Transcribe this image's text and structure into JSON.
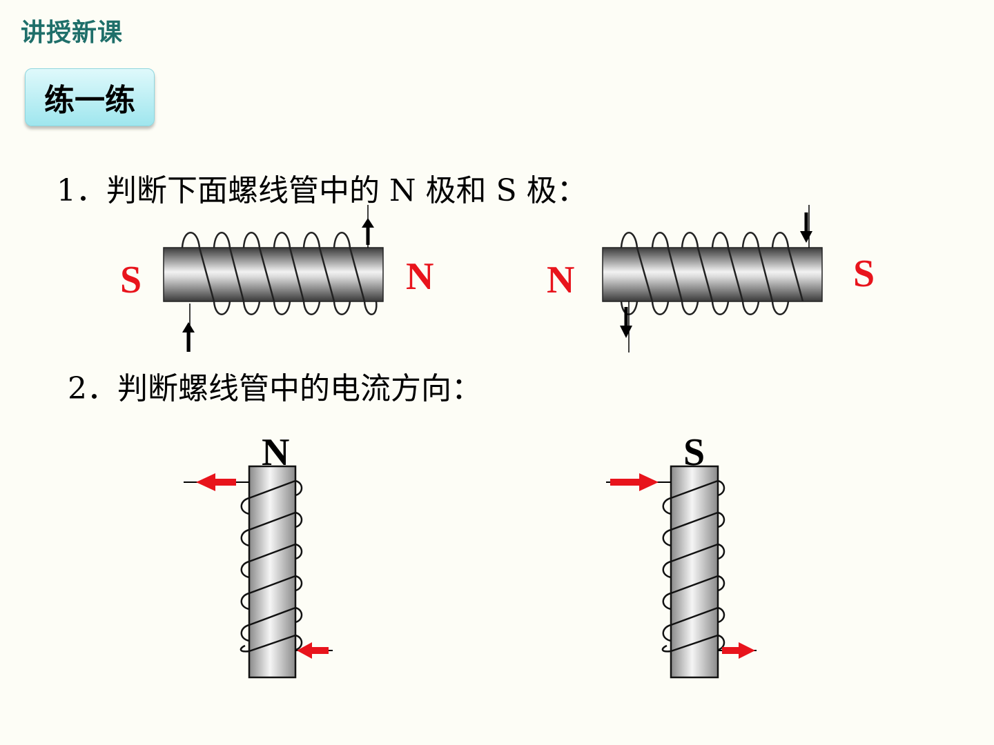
{
  "header": {
    "title": "讲授新课"
  },
  "section": {
    "label": "练一练"
  },
  "questions": {
    "q1": "1．判断下面螺线管中的 N 极和 S 极：",
    "q2": "2．判断螺线管中的电流方向："
  },
  "figure1": {
    "left_solenoid": {
      "left_pole": "S",
      "right_pole": "N"
    },
    "right_solenoid": {
      "left_pole": "N",
      "right_pole": "S"
    }
  },
  "figure2": {
    "left_solenoid": {
      "top_pole": "N"
    },
    "right_solenoid": {
      "top_pole": "S"
    }
  },
  "colors": {
    "header": "#1f6f6a",
    "answer_red": "#e8141c",
    "badge_top": "#dff9fb",
    "badge_bottom": "#9fe6ee",
    "background": "#fdfdf6"
  }
}
